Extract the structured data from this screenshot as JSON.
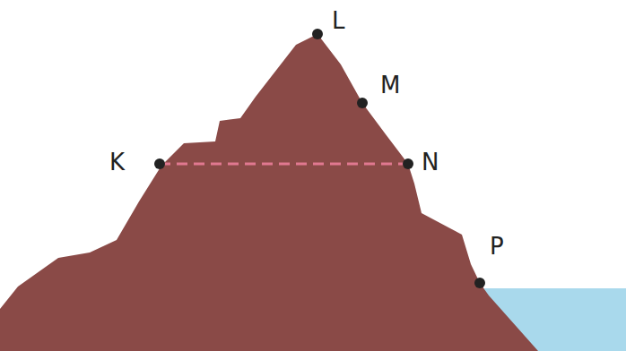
{
  "diagram": {
    "labels": [
      "L",
      "M",
      "K",
      "N",
      "P"
    ]
  }
}
